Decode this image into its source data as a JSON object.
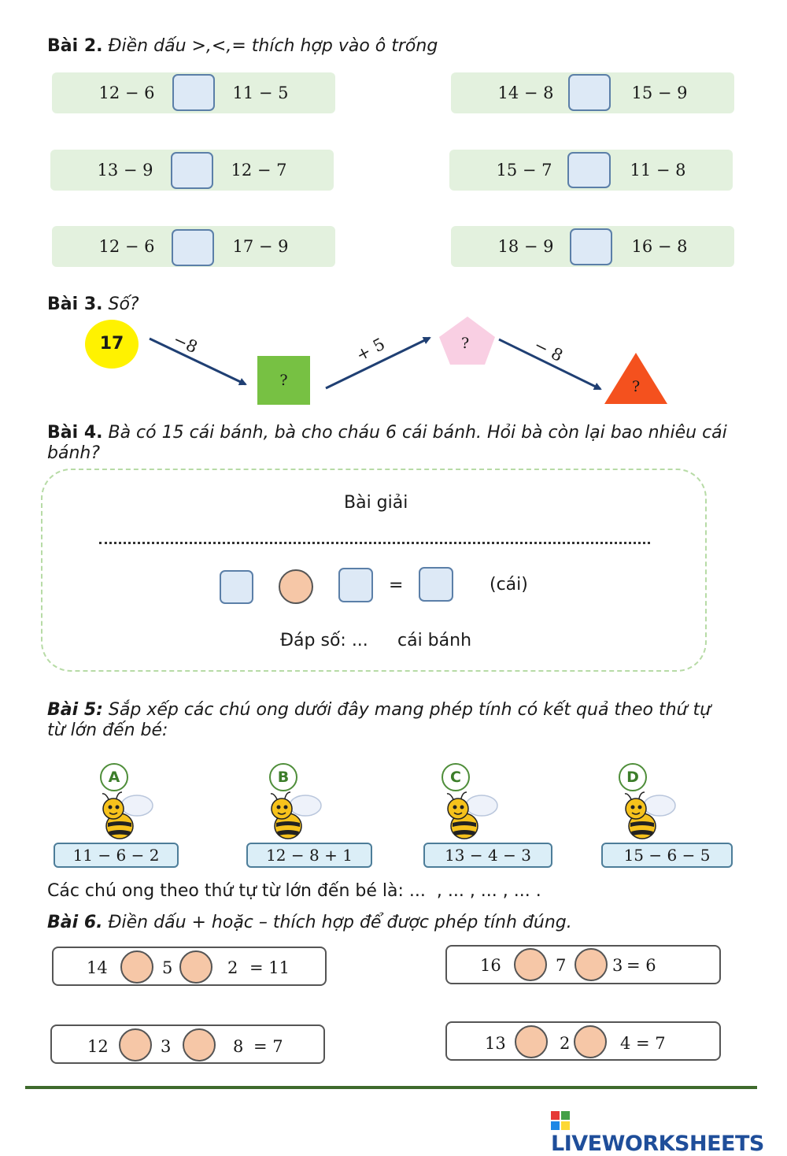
{
  "bai2": {
    "title": "Bài 2.",
    "instruction": "Điền dấu >,<,= thích hợp vào ô trống",
    "rows": [
      {
        "left": "12 − 6",
        "right": "11 − 5"
      },
      {
        "left": "14 − 8",
        "right": "15 − 9"
      },
      {
        "left": "13 − 9",
        "right": "12 − 7"
      },
      {
        "left": "15 − 7",
        "right": "11 − 8"
      },
      {
        "left": "12 − 6",
        "right": "17 − 9"
      },
      {
        "left": "18 − 9",
        "right": "16 − 8"
      }
    ]
  },
  "bai3": {
    "title": "Bài 3.",
    "instruction": "Số?",
    "start": "17",
    "op1": "−8",
    "box1": "?",
    "op2": "+ 5",
    "box2": "?",
    "op3": "− 8",
    "box3": "?"
  },
  "bai4": {
    "title": "Bài 4.",
    "problem": "Bà có 15 cái bánh, bà cho cháu 6 cái bánh. Hỏi bà còn lại bao nhiêu cái bánh?",
    "solution_label": "Bài giải",
    "equals": "=",
    "unit": "(cái)",
    "answer_label": "Đáp số: ...",
    "answer_unit": "cái bánh"
  },
  "bai5": {
    "title": "Bài 5:",
    "instruction": "Sắp xếp các chú ong dưới đây mang phép tính có kết quả theo thứ tự từ lớn đến bé:",
    "bees": [
      {
        "letter": "A",
        "expr": "11 − 6 − 2"
      },
      {
        "letter": "B",
        "expr": "12 − 8 + 1"
      },
      {
        "letter": "C",
        "expr": "13 − 4 − 3"
      },
      {
        "letter": "D",
        "expr": "15 − 6 − 5"
      }
    ],
    "answer_line": "Các chú ong theo thứ tự từ lớn đến bé là: ...  , ... , ... , ... ."
  },
  "bai6": {
    "title": "Bài 6.",
    "instruction": "Điền dấu + hoặc – thích hợp để được phép tính đúng.",
    "eqs": [
      {
        "a": "14",
        "b": "5",
        "c": "2",
        "res": "= 11"
      },
      {
        "a": "16",
        "b": "7",
        "c": "3",
        "res": "= 6"
      },
      {
        "a": "12",
        "b": "3",
        "c": "8",
        "res": "= 7"
      },
      {
        "a": "13",
        "b": "2",
        "c": "4",
        "res": "= 7"
      }
    ]
  },
  "footer": {
    "brand": "LIVEWORKSHEETS"
  }
}
